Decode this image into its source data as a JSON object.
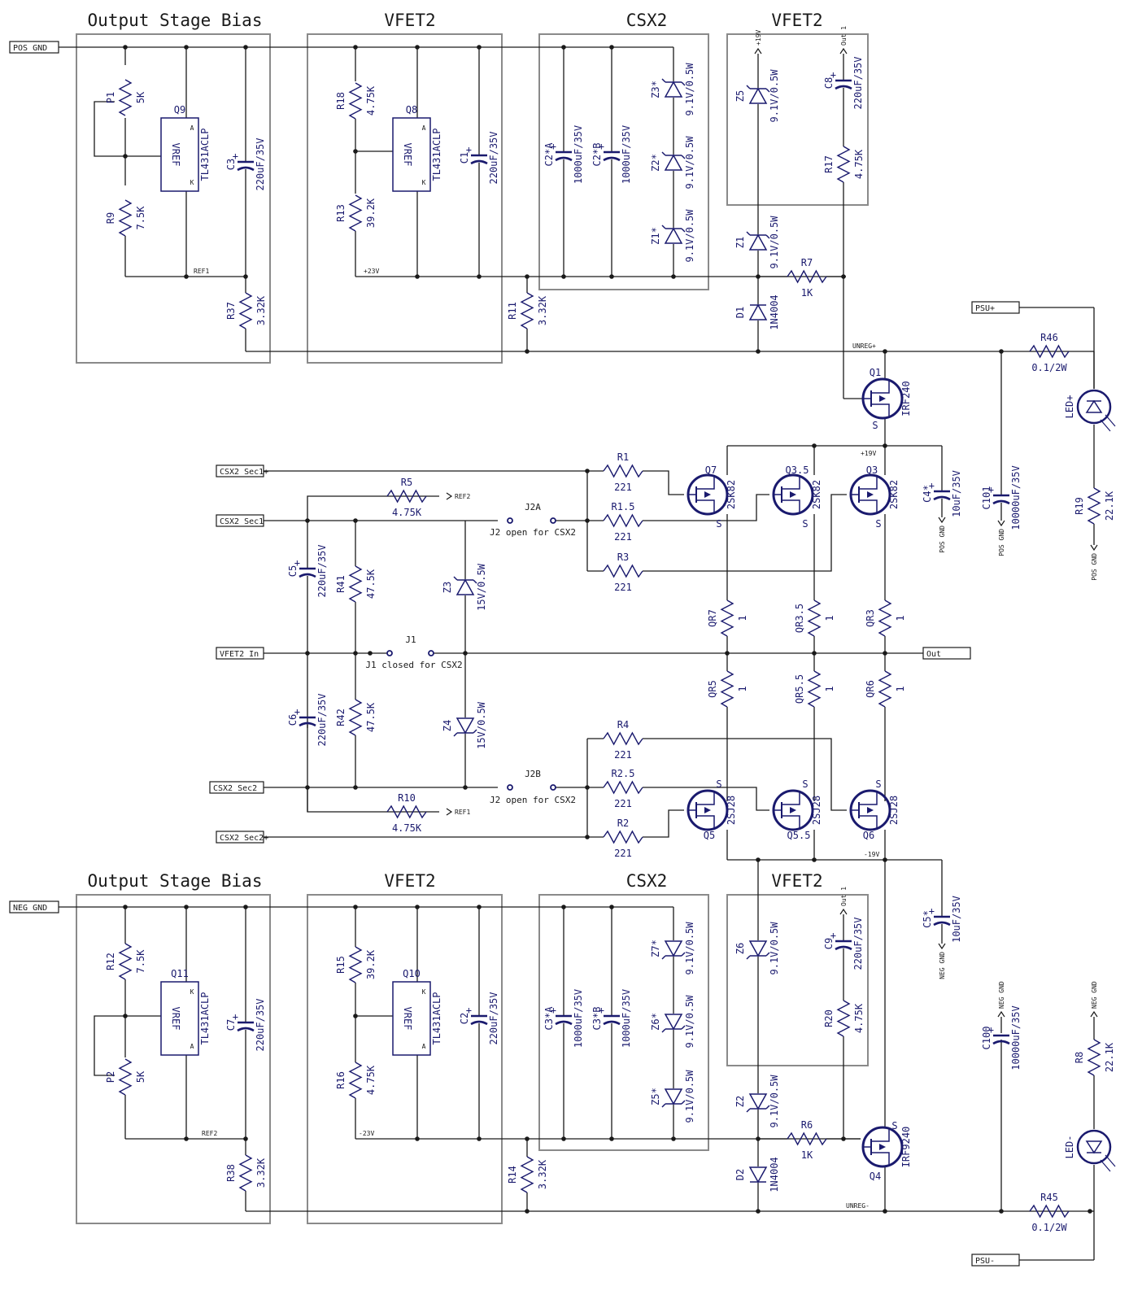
{
  "sections": [
    {
      "title": "Output Stage Bias"
    },
    {
      "title": "VFET2"
    },
    {
      "title": "CSX2"
    },
    {
      "title": "VFET2"
    },
    {
      "title": "Output Stage Bias"
    },
    {
      "title": "VFET2"
    },
    {
      "title": "CSX2"
    },
    {
      "title": "VFET2"
    }
  ],
  "ports": {
    "pos_gnd": "POS GND",
    "neg_gnd": "NEG GND",
    "psu_pos": "PSU+",
    "psu_neg": "PSU-",
    "csx2_sec1_plus": "CSX2 Sec1+",
    "csx2_sec1": "CSX2 Sec1",
    "vfet2_in": "VFET2 In",
    "out": "Out",
    "csx2_sec2": "CSX2 Sec2",
    "csx2_sec2_plus": "CSX2 Sec2+"
  },
  "nets": {
    "ref1": "REF1",
    "ref2": "REF2",
    "p23v": "+23V",
    "n23v": "-23V",
    "unreg_pos": "UNREG+",
    "unreg_neg": "UNREG-",
    "p19v": "+19V",
    "n19v": "-19V",
    "p19v_small": "+19V",
    "out1": "Out 1",
    "pos_gnd_small": "POS GND",
    "neg_gnd_small": "NEG GND"
  },
  "jumpers": {
    "j1": "J1",
    "j1_note": "J1 closed for CSX2",
    "j2a": "J2A",
    "j2b": "J2B",
    "j2_note": "J2 open for CSX2"
  },
  "components": {
    "P1": {
      "ref": "P1",
      "value": "5K"
    },
    "R9": {
      "ref": "R9",
      "value": "7.5K"
    },
    "Q9": {
      "ref": "Q9",
      "value": "TL431ACLP",
      "vref": "VREF"
    },
    "C3": {
      "ref": "C3",
      "value": "220uF/35V"
    },
    "R37": {
      "ref": "R37",
      "value": "3.32K"
    },
    "R18": {
      "ref": "R18",
      "value": "4.75K"
    },
    "R13": {
      "ref": "R13",
      "value": "39.2K"
    },
    "Q8": {
      "ref": "Q8",
      "value": "TL431ACLP",
      "vref": "VREF"
    },
    "C1": {
      "ref": "C1",
      "value": "220uF/35V"
    },
    "C2A": {
      "ref": "C2*A",
      "value": "1000uF/35V"
    },
    "C2B": {
      "ref": "C2*B",
      "value": "1000uF/35V"
    },
    "Z3s": {
      "ref": "Z3*",
      "value": "9.1V/0.5W"
    },
    "Z2s": {
      "ref": "Z2*",
      "value": "9.1V/0.5W"
    },
    "Z1s": {
      "ref": "Z1*",
      "value": "9.1V/0.5W"
    },
    "R11": {
      "ref": "R11",
      "value": "3.32K"
    },
    "Z5": {
      "ref": "Z5",
      "value": "9.1V/0.5W"
    },
    "C8": {
      "ref": "C8",
      "value": "220uF/35V"
    },
    "R17": {
      "ref": "R17",
      "value": "4.75K"
    },
    "Z1": {
      "ref": "Z1",
      "value": "9.1V/0.5W"
    },
    "R7": {
      "ref": "R7",
      "value": "1K"
    },
    "D1": {
      "ref": "D1",
      "value": "1N4004"
    },
    "R46": {
      "ref": "R46",
      "value": "0.1/2W"
    },
    "LEDp": {
      "ref": "LED+"
    },
    "Q1": {
      "ref": "Q1",
      "value": "IRF240",
      "pin": "S"
    },
    "C101": {
      "ref": "C101",
      "value": "10000uF/35V"
    },
    "R19": {
      "ref": "R19",
      "value": "22.1K"
    },
    "C4s": {
      "ref": "C4*",
      "value": "10uF/35V"
    },
    "R1": {
      "ref": "R1",
      "value": "221"
    },
    "R15b": {
      "ref": "R1.5",
      "value": "221"
    },
    "R3": {
      "ref": "R3",
      "value": "221"
    },
    "R5": {
      "ref": "R5",
      "value": "4.75K"
    },
    "Q7": {
      "ref": "Q7",
      "value": "2SK82",
      "pin": "S"
    },
    "Q35": {
      "ref": "Q3.5",
      "value": "2SK82",
      "pin": "S"
    },
    "Q3": {
      "ref": "Q3",
      "value": "2SK82",
      "pin": "S"
    },
    "C5": {
      "ref": "C5",
      "value": "220uF/35V"
    },
    "R41": {
      "ref": "R41",
      "value": "47.5K"
    },
    "Z3": {
      "ref": "Z3",
      "value": "15V/0.5W"
    },
    "QR7": {
      "ref": "QR7",
      "value": "1"
    },
    "QR35": {
      "ref": "QR3.5",
      "value": "1"
    },
    "QR3": {
      "ref": "QR3",
      "value": "1"
    },
    "QR5": {
      "ref": "QR5",
      "value": "1"
    },
    "QR55": {
      "ref": "QR5.5",
      "value": "1"
    },
    "QR6": {
      "ref": "QR6",
      "value": "1"
    },
    "C6": {
      "ref": "C6",
      "value": "220uF/35V"
    },
    "R42": {
      "ref": "R42",
      "value": "47.5K"
    },
    "Z4": {
      "ref": "Z4",
      "value": "15V/0.5W"
    },
    "R4": {
      "ref": "R4",
      "value": "221"
    },
    "R25": {
      "ref": "R2.5",
      "value": "221"
    },
    "R2": {
      "ref": "R2",
      "value": "221"
    },
    "R10": {
      "ref": "R10",
      "value": "4.75K"
    },
    "Q5": {
      "ref": "Q5",
      "value": "2SJ28",
      "pin": "S"
    },
    "Q55": {
      "ref": "Q5.5",
      "value": "2SJ28",
      "pin": "S"
    },
    "Q6": {
      "ref": "Q6",
      "value": "2SJ28",
      "pin": "S"
    },
    "C5s": {
      "ref": "C5*",
      "value": "10uF/35V"
    },
    "R12": {
      "ref": "R12",
      "value": "7.5K"
    },
    "P2": {
      "ref": "P2",
      "value": "5K"
    },
    "Q11": {
      "ref": "Q11",
      "value": "TL431ACLP",
      "vref": "VREF"
    },
    "C7": {
      "ref": "C7",
      "value": "220uF/35V"
    },
    "R38": {
      "ref": "R38",
      "value": "3.32K"
    },
    "R15": {
      "ref": "R15",
      "value": "39.2K"
    },
    "R16": {
      "ref": "R16",
      "value": "4.75K"
    },
    "Q10": {
      "ref": "Q10",
      "value": "TL431ACLP",
      "vref": "VREF"
    },
    "C2": {
      "ref": "C2",
      "value": "220uF/35V"
    },
    "C3A": {
      "ref": "C3*A",
      "value": "1000uF/35V"
    },
    "C3B": {
      "ref": "C3*B",
      "value": "1000uF/35V"
    },
    "Z7s": {
      "ref": "Z7*",
      "value": "9.1V/0.5W"
    },
    "Z6s": {
      "ref": "Z6*",
      "value": "9.1V/0.5W"
    },
    "Z5s": {
      "ref": "Z5*",
      "value": "9.1V/0.5W"
    },
    "R14": {
      "ref": "R14",
      "value": "3.32K"
    },
    "Z6": {
      "ref": "Z6",
      "value": "9.1V/0.5W"
    },
    "C9": {
      "ref": "C9",
      "value": "220uF/35V"
    },
    "R20": {
      "ref": "R20",
      "value": "4.75K"
    },
    "Z2": {
      "ref": "Z2",
      "value": "9.1V/0.5W"
    },
    "R6": {
      "ref": "R6",
      "value": "1K"
    },
    "D2": {
      "ref": "D2",
      "value": "1N4004"
    },
    "Q4": {
      "ref": "Q4",
      "value": "IRF9240",
      "pin": "S"
    },
    "C100": {
      "ref": "C100",
      "value": "10000uF/35V"
    },
    "R8": {
      "ref": "R8",
      "value": "22.1K"
    },
    "LEDn": {
      "ref": "LED-"
    },
    "R45": {
      "ref": "R45",
      "value": "0.1/2W"
    }
  },
  "colors": {
    "wire": "#1a1a1a",
    "box": "#8a8a8a",
    "part": "#1a1a6e"
  }
}
